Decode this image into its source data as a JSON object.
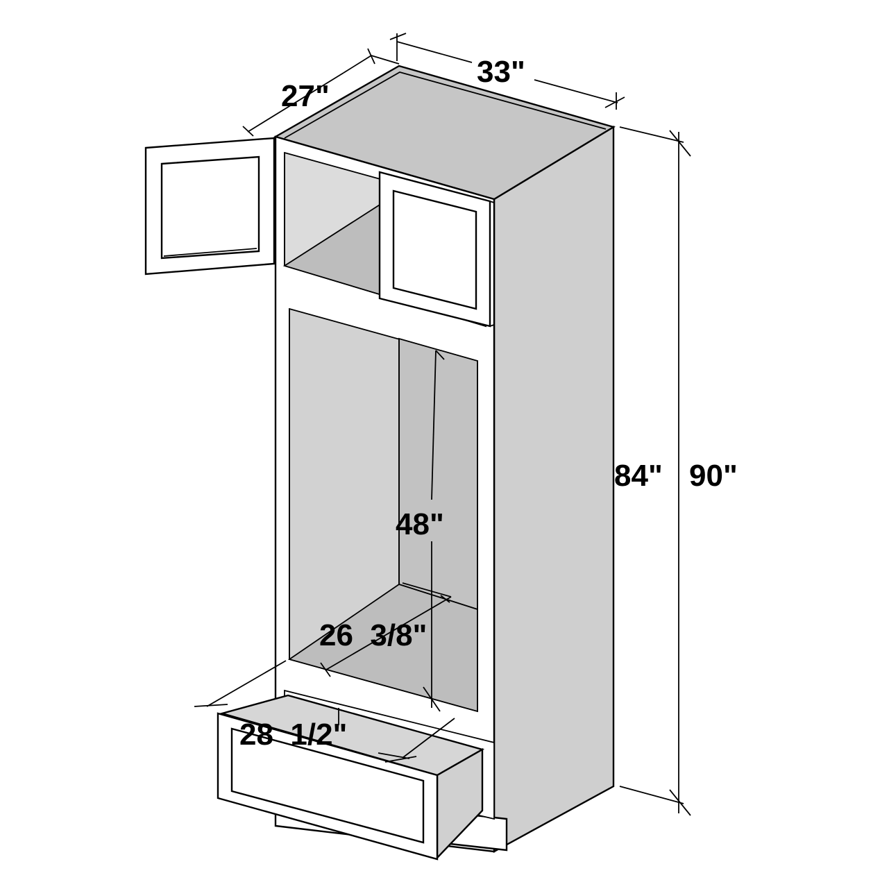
{
  "dimensions": {
    "width": "33\"",
    "depth": "27\"",
    "box_height": "84\"",
    "total_height": "90\"",
    "opening_height": "48\"",
    "opening_depth": "26  3/8\"",
    "opening_width": "28  1/2\""
  },
  "colors": {
    "side_panel": "#cfcfcf",
    "top_panel": "#c6c6c6",
    "interior_floor": "#bdbdbd",
    "interior_back": "#d2d2d2",
    "interior_wall": "#c2c2c2",
    "face": "#ffffff",
    "line": "#000000"
  }
}
